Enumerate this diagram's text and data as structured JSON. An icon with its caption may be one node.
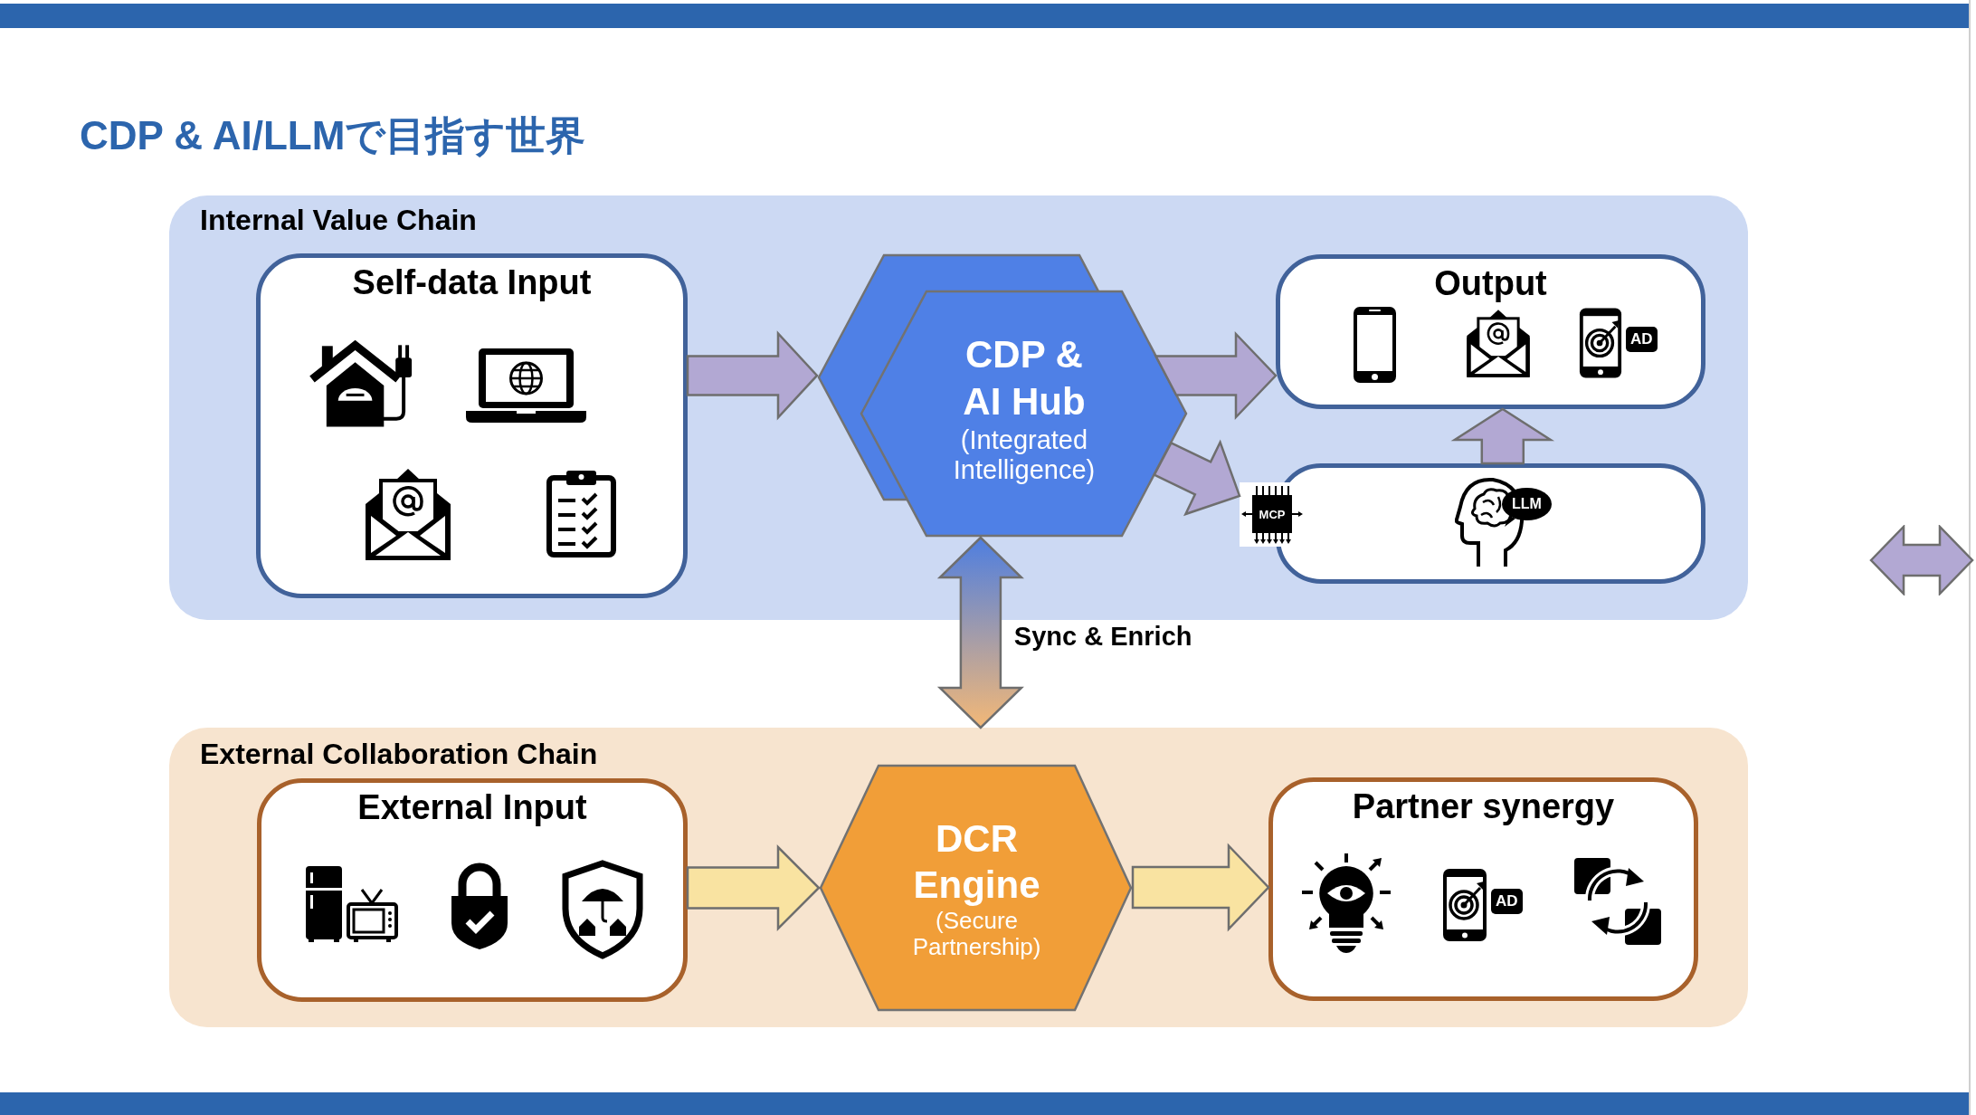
{
  "diagram": {
    "title": "CDP & AI/LLMで目指す世界",
    "nodes": [
      {
        "text": [
          "Internal Value Chain"
        ]
      },
      {
        "text": [
          "Self-data Input"
        ],
        "in": 0
      },
      {
        "text": [
          "CDP & AI Hub",
          "(Integrated Intelligence)"
        ],
        "in": 0
      },
      {
        "text": [
          "Output"
        ],
        "in": 0
      },
      {
        "text": [
          "LLM"
        ],
        "in": 0
      },
      {
        "text": [
          "MCP"
        ],
        "in": 0
      },
      {
        "text": [
          "External Collaboration Chain"
        ]
      },
      {
        "text": [
          "External Input"
        ],
        "in": 6
      },
      {
        "text": [
          "DCR Engine",
          "(Secure Partnership)"
        ],
        "in": 6
      },
      {
        "text": [
          "Partner synergy"
        ],
        "in": 6
      }
    ],
    "edges": [
      {
        "from": 1,
        "to": 2,
        "arrow": "to"
      },
      {
        "from": 2,
        "to": 3,
        "arrow": "to"
      },
      {
        "from": 2,
        "to": 5,
        "arrow": "to"
      },
      {
        "from": 4,
        "to": 3,
        "arrow": "to"
      },
      {
        "from": 2,
        "to": 6,
        "arrow": "both",
        "label": "Sync & Enrich"
      },
      {
        "from": 7,
        "to": 8,
        "arrow": "to",
        "color": "#f9e3a1"
      },
      {
        "from": 8,
        "to": 9,
        "arrow": "to",
        "color": "#f9e3a1"
      }
    ],
    "labels": [
      "AD",
      "AD"
    ]
  }
}
